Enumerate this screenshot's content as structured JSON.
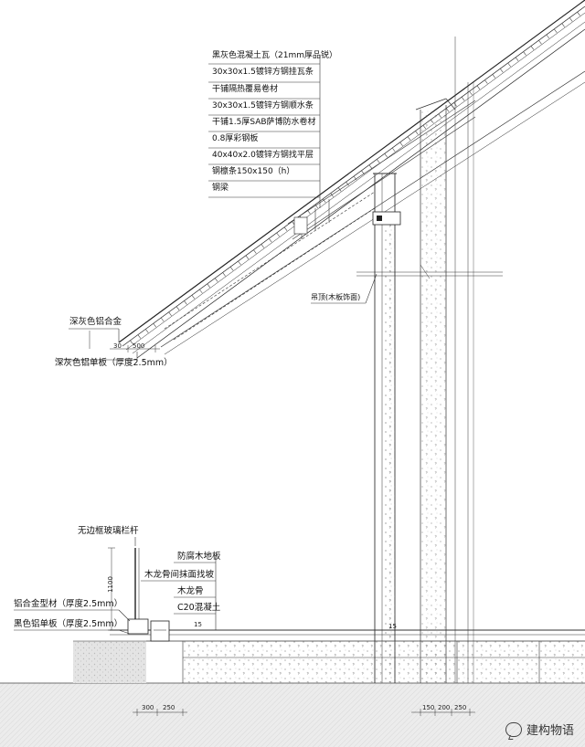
{
  "roof_layers": [
    "黑灰色混凝土瓦（21mm厚品锐）",
    "30x30x1.5镀锌方钢挂瓦条",
    "干铺隔热覆易卷材",
    "30x30x1.5镀锌方钢顺水条",
    "干铺1.5厚SAB萨博防水卷材",
    "0.8厚彩钢板",
    "40x40x2.0镀锌方钢找平层",
    "钢檩条150x150（h）",
    "钢梁"
  ],
  "labels": {
    "eave_alu": "深灰色铝合金",
    "eave_panel": "深灰色铝单板（厚度2.5mm）",
    "ceiling": "吊顶(木板饰面)",
    "railing": "无边框玻璃栏杆",
    "alu_profile": "铝合金型材（厚度2.5mm）",
    "black_panel": "黑色铝单板（厚度2.5mm）"
  },
  "floor_layers": [
    "防腐木地板",
    "木龙骨间抹面找坡",
    "木龙骨",
    "C20混凝土"
  ],
  "dimensions": {
    "eave_500": "500",
    "eave_30": "30",
    "railing_1100": "1100",
    "bottom_left": [
      "300",
      "250"
    ],
    "bottom_right": [
      "150",
      "200",
      "250"
    ],
    "small_1": "15",
    "small_2": "15"
  },
  "watermark": "建构物语",
  "icons": [
    "wechat-icon"
  ]
}
